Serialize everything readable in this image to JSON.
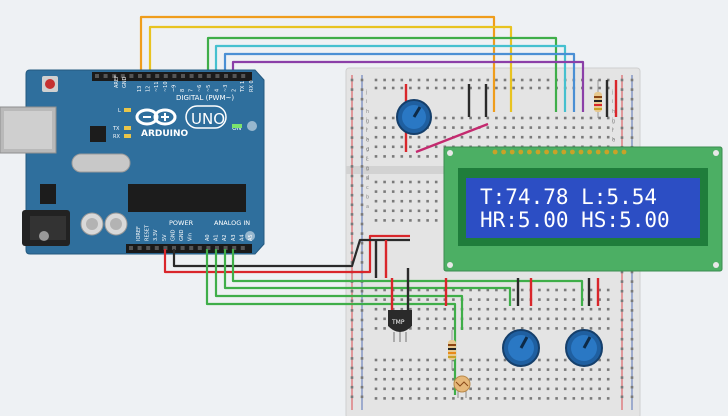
{
  "arduino": {
    "logo_text": "ARDUINO",
    "model_text": "UNO",
    "digital_label": "DIGITAL (PWM~)",
    "power_label": "POWER",
    "analog_label": "ANALOG IN",
    "on_label": "ON",
    "l_label": "L",
    "tx_label": "TX",
    "rx_label": "RX",
    "aref_label": "AREF",
    "gnd_label": "GND",
    "digital_pins": [
      "13",
      "12",
      "~11",
      "~10",
      "~9",
      "8",
      "7",
      "~6",
      "~5",
      "4",
      "~3",
      "2",
      "TX 1",
      "RX 0"
    ],
    "power_pins": [
      "IOREF",
      "RESET",
      "3.3V",
      "5V",
      "GND",
      "GND",
      "Vin"
    ],
    "analog_pins": [
      "A0",
      "A1",
      "A2",
      "A3",
      "A4",
      "A5"
    ]
  },
  "lcd": {
    "line1": "T:74.78 L:5.54",
    "line2": "HR:5.00 HS:5.00"
  },
  "sensor": {
    "label": "TMP"
  },
  "breadboard": {
    "row_letters": [
      "a",
      "b",
      "c",
      "d",
      "e",
      "f",
      "g",
      "h",
      "i",
      "j"
    ]
  },
  "colors": {
    "board": "#2f6f9d",
    "breadboard": "#e6e6e6",
    "lcd_pcb": "#4caf64",
    "lcd_screen": "#2c4ec4",
    "wire_orange": "#ef9d1c",
    "wire_yellow": "#e8c320",
    "wire_green": "#3fae49",
    "wire_cyan": "#45c0cf",
    "wire_blue": "#4a8fd4",
    "wire_purple": "#8b3fa8",
    "wire_red": "#d9262b",
    "wire_black": "#2a2a2a",
    "wire_magenta": "#c42a6f"
  }
}
